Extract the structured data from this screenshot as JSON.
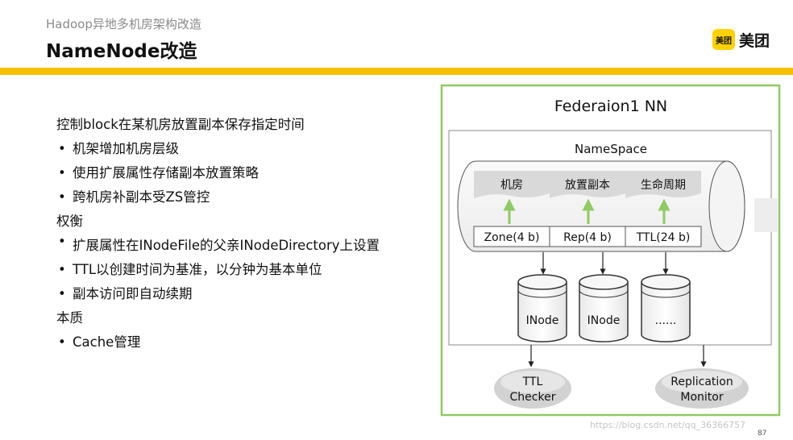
{
  "header": {
    "subtitle": "Hadoop异地多机房架构改造",
    "title": "NameNode改造",
    "logo_badge": "美团",
    "logo_text": "美团"
  },
  "content": {
    "lines": [
      {
        "text": "控制block在某机房放置副本保存指定时间",
        "bullet": false
      },
      {
        "text": "机架增加机房层级",
        "bullet": true
      },
      {
        "text": "使用扩展属性存储副本放置策略",
        "bullet": true
      },
      {
        "text": "跨机房补副本受ZS管控",
        "bullet": true
      },
      {
        "text": "权衡",
        "bullet": false
      },
      {
        "text": "扩展属性在INodeFile的父亲INodeDirectory上设置",
        "bullet": true
      },
      {
        "text": "TTL以创建时间为基准，以分钟为基本单位",
        "bullet": true
      },
      {
        "text": "副本访问即自动续期",
        "bullet": true
      },
      {
        "text": "本质",
        "bullet": false
      },
      {
        "text": "Cache管理",
        "bullet": true
      }
    ]
  },
  "diagram": {
    "outer_title": "Federaion1 NN",
    "namespace_label": "NameSpace",
    "attributes": [
      "机房",
      "放置副本",
      "生命周期"
    ],
    "fields": [
      "Zone(4 b)",
      "Rep(4 b)",
      "TTL(24 b)"
    ],
    "inodes": [
      "INode",
      "INode",
      "......"
    ],
    "ttl_checker": [
      "TTL",
      "Checker"
    ],
    "replication_monitor": [
      "Replication",
      "Monitor"
    ],
    "colors": {
      "border_green": "#8ecb63",
      "arrow_green": "#8ecb63",
      "accent_yellow": "#f6c000"
    }
  },
  "footer": {
    "watermark": "https://blog.csdn.net/qq_36366757",
    "page_number": "87"
  }
}
